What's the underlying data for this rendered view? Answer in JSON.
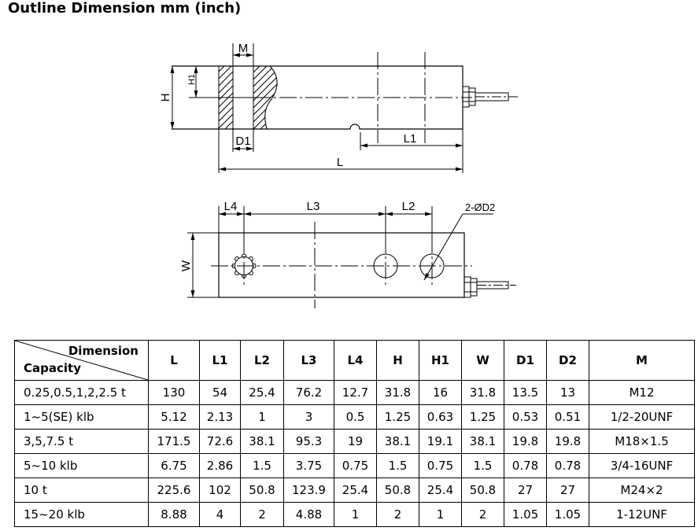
{
  "title": "Outline Dimension mm (inch)",
  "side_view": {
    "label_m": "M",
    "label_h": "H",
    "label_h1": "H1",
    "label_d1": "D1",
    "label_l1": "L1",
    "label_l": "L"
  },
  "top_view": {
    "label_l4": "L4",
    "label_l3": "L3",
    "label_l2": "L2",
    "label_d2": "2-ØD2",
    "label_w": "W"
  },
  "table": {
    "corner_dimension": "Dimension",
    "corner_capacity": "Capacity",
    "columns": [
      "L",
      "L1",
      "L2",
      "L3",
      "L4",
      "H",
      "H1",
      "W",
      "D1",
      "D2",
      "M"
    ],
    "rows": [
      {
        "capacity": "0.25,0.5,1,2,2.5 t",
        "values": [
          "130",
          "54",
          "25.4",
          "76.2",
          "12.7",
          "31.8",
          "16",
          "31.8",
          "13.5",
          "13",
          "M12"
        ]
      },
      {
        "capacity": "1~5(SE) klb",
        "values": [
          "5.12",
          "2.13",
          "1",
          "3",
          "0.5",
          "1.25",
          "0.63",
          "1.25",
          "0.53",
          "0.51",
          "1/2-20UNF"
        ]
      },
      {
        "capacity": "3,5,7.5 t",
        "values": [
          "171.5",
          "72.6",
          "38.1",
          "95.3",
          "19",
          "38.1",
          "19.1",
          "38.1",
          "19.8",
          "19.8",
          "M18×1.5"
        ]
      },
      {
        "capacity": "5~10 klb",
        "values": [
          "6.75",
          "2.86",
          "1.5",
          "3.75",
          "0.75",
          "1.5",
          "0.75",
          "1.5",
          "0.78",
          "0.78",
          "3/4-16UNF"
        ]
      },
      {
        "capacity": "10 t",
        "values": [
          "225.6",
          "102",
          "50.8",
          "123.9",
          "25.4",
          "50.8",
          "25.4",
          "50.8",
          "27",
          "27",
          "M24×2"
        ]
      },
      {
        "capacity": "15~20 klb",
        "values": [
          "8.88",
          "4",
          "2",
          "4.88",
          "1",
          "2",
          "1",
          "2",
          "1.05",
          "1.05",
          "1-12UNF"
        ]
      }
    ]
  }
}
